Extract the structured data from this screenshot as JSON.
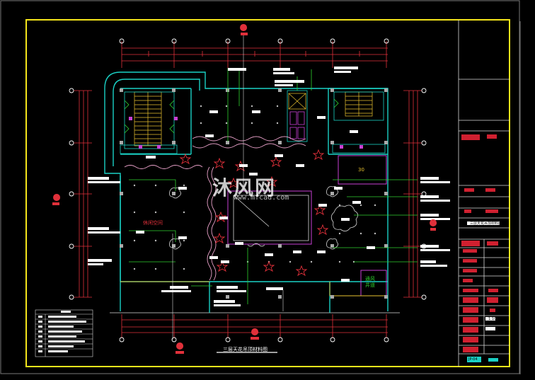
{
  "drawing": {
    "title": "三层天花吊顶材料图",
    "watermark": {
      "brand": "沐风网",
      "url": "www.mfcad.com"
    },
    "room_labels": {
      "activity_room": "休闲空间",
      "room_30": "30",
      "room_corner": "通风\n井道"
    },
    "title_block": {
      "project_label": "三层天花吊顶材料图",
      "scale": "1:100",
      "sheet_no": "JP-04"
    }
  }
}
